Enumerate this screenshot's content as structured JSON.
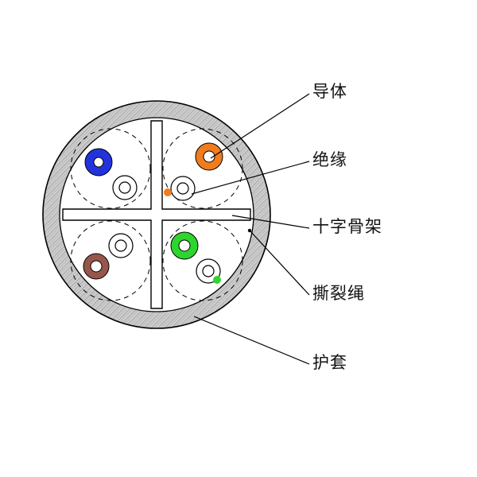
{
  "diagram": {
    "type": "cable-cross-section",
    "labels": {
      "conductor": "导体",
      "insulation": "绝缘",
      "cross_spline": "十字骨架",
      "rip_cord": "撕裂绳",
      "jacket": "护套"
    },
    "colors": {
      "jacket_fill": "#cccccc",
      "hatch_line": "#8f8f8f",
      "pair_blue": "#2233dd",
      "pair_orange": "#f07c1e",
      "pair_brown": "#96564a",
      "pair_green": "#2fd52f",
      "wire_white": "#ffffff",
      "outline": "#000000"
    }
  }
}
